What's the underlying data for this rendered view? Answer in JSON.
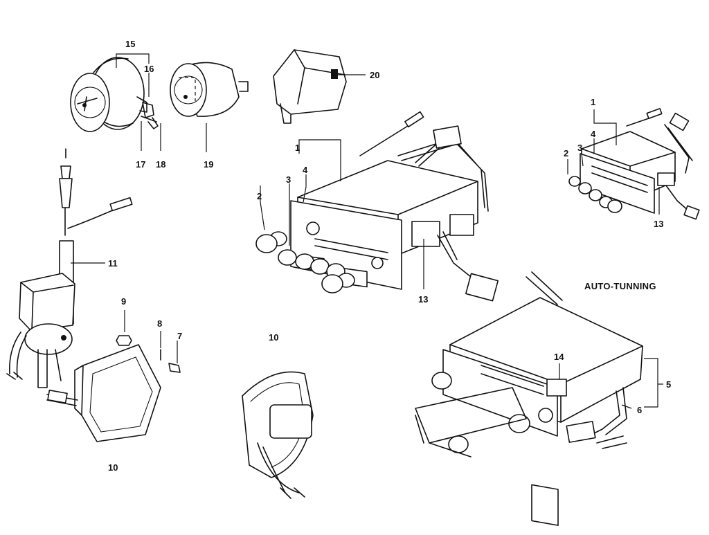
{
  "caption": "AUTO-TUNNING",
  "callouts": {
    "c15": "15",
    "c16": "16",
    "c17": "17",
    "c18": "18",
    "c19": "19",
    "c20": "20",
    "c1a": "1",
    "c4a": "4",
    "c3a": "3",
    "c2a": "2",
    "c13a": "13",
    "c1b": "1",
    "c4b": "4",
    "c3b": "3",
    "c2b": "2",
    "c13b": "13",
    "c11": "11",
    "c9": "9",
    "c8": "8",
    "c7": "7",
    "c10a": "10",
    "c10b": "10",
    "c14": "14",
    "c5": "5",
    "c6": "6"
  }
}
